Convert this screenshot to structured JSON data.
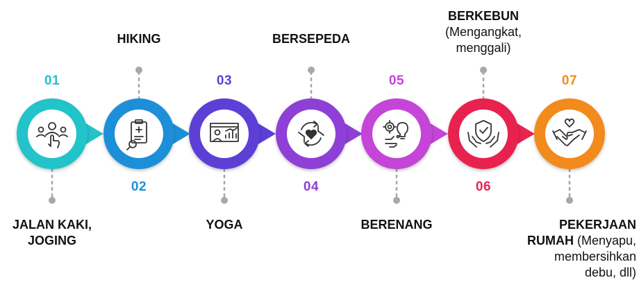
{
  "steps": [
    {
      "number": "01",
      "color": "#22c3c9",
      "icon": "touch-users-icon",
      "label": "JALAN KAKI,",
      "label2": "JOGING"
    },
    {
      "number": "02",
      "color": "#1d8fd8",
      "icon": "clipboard-magnifier-icon",
      "label": "HIKING"
    },
    {
      "number": "03",
      "color": "#5b3fd6",
      "icon": "presentation-board-icon",
      "label": "YOGA"
    },
    {
      "number": "04",
      "color": "#8e3fd6",
      "icon": "heart-cycle-icon",
      "label": "BERSEPEDA"
    },
    {
      "number": "05",
      "color": "#c444d8",
      "icon": "gear-lightbulb-icon",
      "label": "BERENANG"
    },
    {
      "number": "06",
      "color": "#e8244f",
      "icon": "shield-hands-icon",
      "label": "BERKEBUN",
      "label_sub": "(Mengangkat,",
      "label_sub2": "menggali)"
    },
    {
      "number": "07",
      "color": "#f28a1e",
      "icon": "handshake-heart-icon",
      "label": "PEKERJAAN",
      "label2": "RUMAH",
      "label_sub": " (Menyapu,",
      "label_sub2": "membersihkan",
      "label_sub3": "debu, dll)"
    }
  ]
}
